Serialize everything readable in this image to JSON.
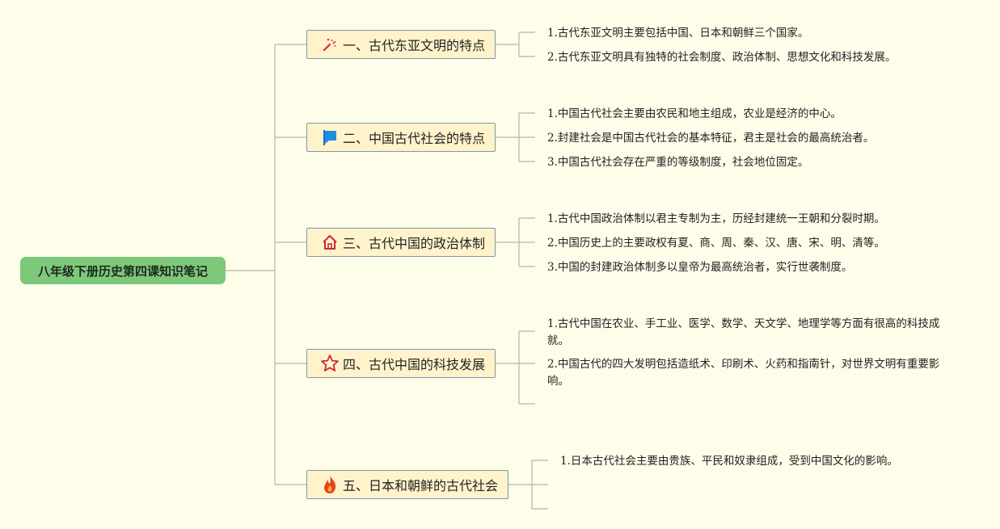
{
  "root": {
    "label": "八年级下册历史第四课知识笔记"
  },
  "topics": [
    {
      "label": "一、古代东亚文明的特点",
      "icon": "magic-wand-icon",
      "notes": [
        "1.古代东亚文明主要包括中国、日本和朝鲜三个国家。",
        "2.古代东亚文明具有独特的社会制度、政治体制、思想文化和科技发展。"
      ]
    },
    {
      "label": "二、中国古代社会的特点",
      "icon": "flag-icon",
      "notes": [
        "1.中国古代社会主要由农民和地主组成，农业是经济的中心。",
        "2.封建社会是中国古代社会的基本特征，君主是社会的最高统治者。",
        "3.中国古代社会存在严重的等级制度，社会地位固定。"
      ]
    },
    {
      "label": "三、古代中国的政治体制",
      "icon": "home-icon",
      "notes": [
        "1.古代中国政治体制以君主专制为主，历经封建统一王朝和分裂时期。",
        "2.中国历史上的主要政权有夏、商、周、秦、汉、唐、宋、明、清等。",
        "3.中国的封建政治体制多以皇帝为最高统治者，实行世袭制度。"
      ]
    },
    {
      "label": "四、古代中国的科技发展",
      "icon": "star-icon",
      "notes": [
        "1.古代中国在农业、手工业、医学、数学、天文学、地理学等方面有很高的科技成就。",
        "2.中国古代的四大发明包括造纸术、印刷术、火药和指南针，对世界文明有重要影响。",
        ""
      ]
    },
    {
      "label": "五、日本和朝鲜的古代社会",
      "icon": "fire-icon",
      "notes": [
        "1.日本古代社会主要由贵族、平民和奴隶组成，受到中国文化的影响。",
        "",
        ""
      ]
    }
  ],
  "colors": {
    "background": "#fefde9",
    "root": "#7ec87c",
    "topic_fill": "#fff3cc",
    "topic_border": "#7c9aa6",
    "line": "#b5b5a8"
  }
}
